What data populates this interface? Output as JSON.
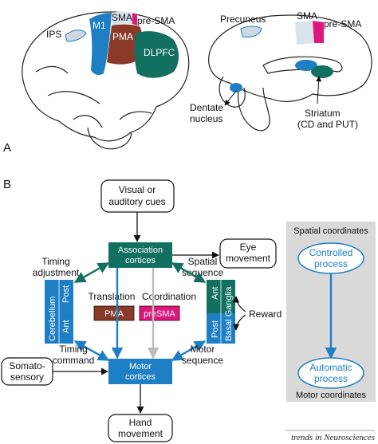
{
  "panel_a": {
    "label": "A",
    "lateral": {
      "ips": "IPS",
      "m1": "M1",
      "sma": "SMA",
      "pre_sma": "pre-SMA",
      "pma": "PMA",
      "dlpfc": "DLPFC"
    },
    "medial": {
      "precuneus": "Precuneus",
      "sma": "SMA",
      "pre_sma": "pre-SMA",
      "dentate_1": "Dentate",
      "dentate_2": "nucleus",
      "striatum_1": "Striatum",
      "striatum_2": "(CD and PUT)"
    }
  },
  "panel_b": {
    "label": "B",
    "cues_1": "Visual or",
    "cues_2": "auditory cues",
    "assoc_1": "Association",
    "assoc_2": "cortices",
    "eye_1": "Eye",
    "eye_2": "movement",
    "timing_adj_1": "Timing",
    "timing_adj_2": "adjustment",
    "spatial_seq_1": "Spatial",
    "spatial_seq_2": "sequence",
    "cerebellum": "Cerebellum",
    "cer_post": "Post",
    "cer_ant": "Ant",
    "basal_ganglia": "Basal Ganglia",
    "bg_ant": "Ant",
    "bg_post": "Post",
    "translation": "Translation",
    "coordination": "Coordination",
    "pma": "PMA",
    "presma": "preSMA",
    "reward": "Reward",
    "timing_cmd_1": "Timing",
    "timing_cmd_2": "command",
    "motor_seq_1": "Motor",
    "motor_seq_2": "sequence",
    "somato_1": "Somato-",
    "somato_2": "sensory",
    "motor_1": "Motor",
    "motor_2": "cortices",
    "hand_1": "Hand",
    "hand_2": "movement",
    "side": {
      "top": "Spatial coordinates",
      "controlled_1": "Controlled",
      "controlled_2": "process",
      "automatic_1": "Automatic",
      "automatic_2": "process",
      "bottom": "Motor coordinates"
    },
    "credit": "trends in Neurosciences"
  },
  "colors": {
    "blue": "#1e7fc4",
    "green": "#127060",
    "brown": "#8b3a2a",
    "magenta": "#e0157d",
    "gray": "#cfcfcf",
    "panel_bg": "#d9d9d9"
  }
}
